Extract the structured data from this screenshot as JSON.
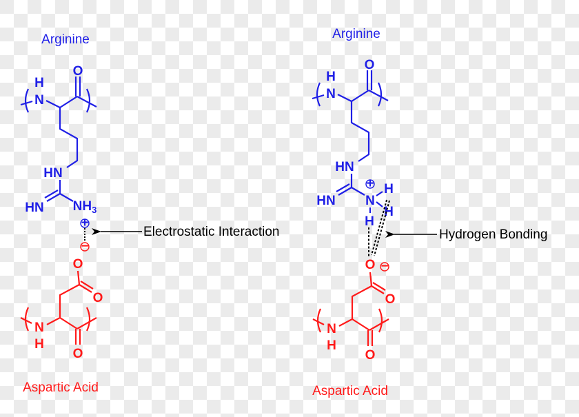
{
  "left": {
    "top_label": "Arginine",
    "bottom_label": "Aspartic Acid",
    "annotation": "Electrostatic Interaction"
  },
  "right": {
    "top_label": "Arginine",
    "bottom_label": "Aspartic Acid",
    "annotation": "Hydrogen Bonding"
  },
  "atoms": {
    "H": "H",
    "N": "N",
    "O": "O",
    "HN": "HN",
    "NH": "NH",
    "sub3": "3",
    "plus": "+",
    "minus": "−"
  },
  "colors": {
    "arginine": "#1f1fe6",
    "aspartic_acid": "#ff1a1a",
    "interaction": "#000000"
  }
}
